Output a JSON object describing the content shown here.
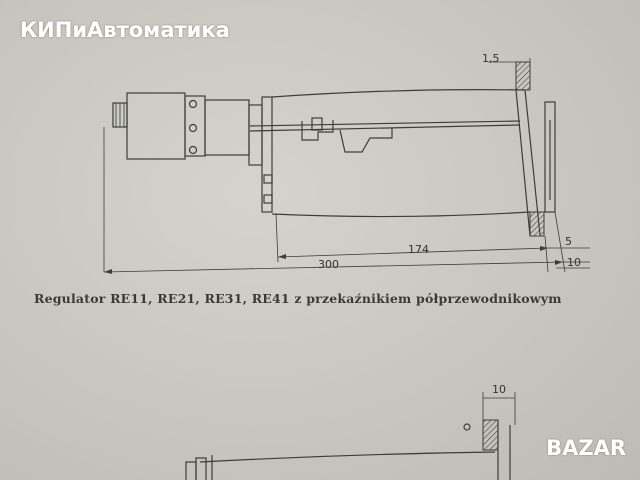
{
  "brand": {
    "name": "КИПиАвтоматика"
  },
  "watermark": {
    "text": "BAZAR"
  },
  "diagram": {
    "caption": "Regulator RE11, RE21, RE31, RE41 z przekaźnikiem półprzewodnikowym",
    "dimensions": {
      "total_length": "300",
      "inner_length": "174",
      "dim_5": "5",
      "dim_10": "10",
      "top_dim": "1,5",
      "lower_dim_10": "10"
    }
  }
}
